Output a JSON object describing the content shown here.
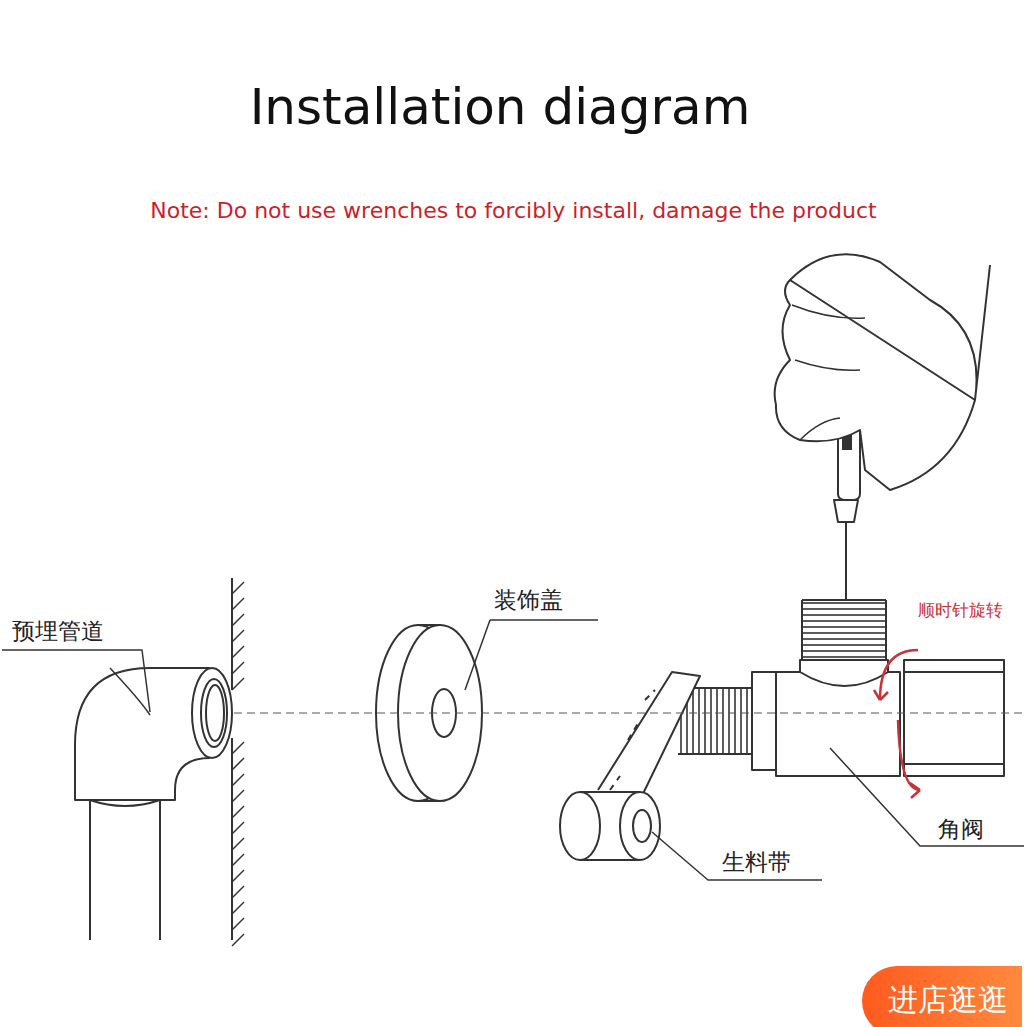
{
  "diagram": {
    "title": "Installation diagram",
    "nodes": [
      {
        "text": [
          "进店逛逛"
        ]
      }
    ],
    "edges": [],
    "labels": [
      "Note: Do not use wrenches to forcibly install, damage the product",
      "预埋管道",
      "装饰盖",
      "顺时针旋转",
      "角阀",
      "生料带"
    ]
  }
}
